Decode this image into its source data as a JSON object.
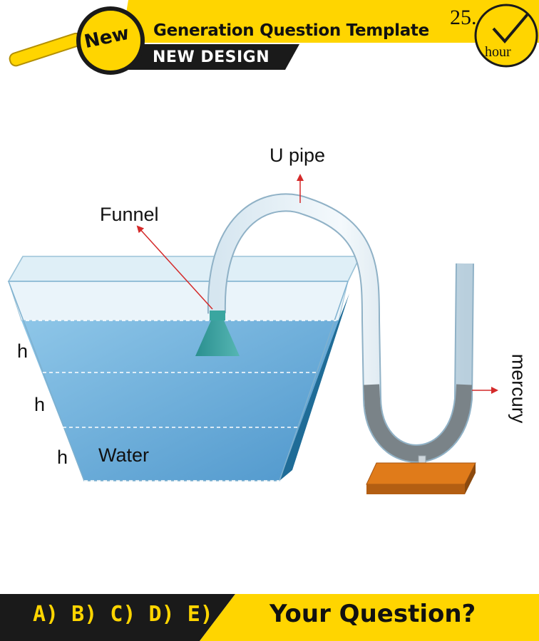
{
  "header": {
    "badge": "New",
    "title": "Generation Question Template",
    "subtitle": "NEW DESIGN",
    "clock_number": "25.",
    "clock_unit": "hour"
  },
  "diagram": {
    "labels": {
      "u_pipe": "U pipe",
      "funnel": "Funnel",
      "mercury": "mercury",
      "water": "Water",
      "h1": "h",
      "h2": "h",
      "h3": "h"
    }
  },
  "footer": {
    "answers": "A) B) C) D) E)",
    "question": "Your Question?"
  },
  "colors": {
    "yellow": "#ffd500",
    "black": "#1a1a1a",
    "water": "#5ea6d6",
    "arrow": "#d42a2a",
    "stand": "#e07b1a"
  }
}
